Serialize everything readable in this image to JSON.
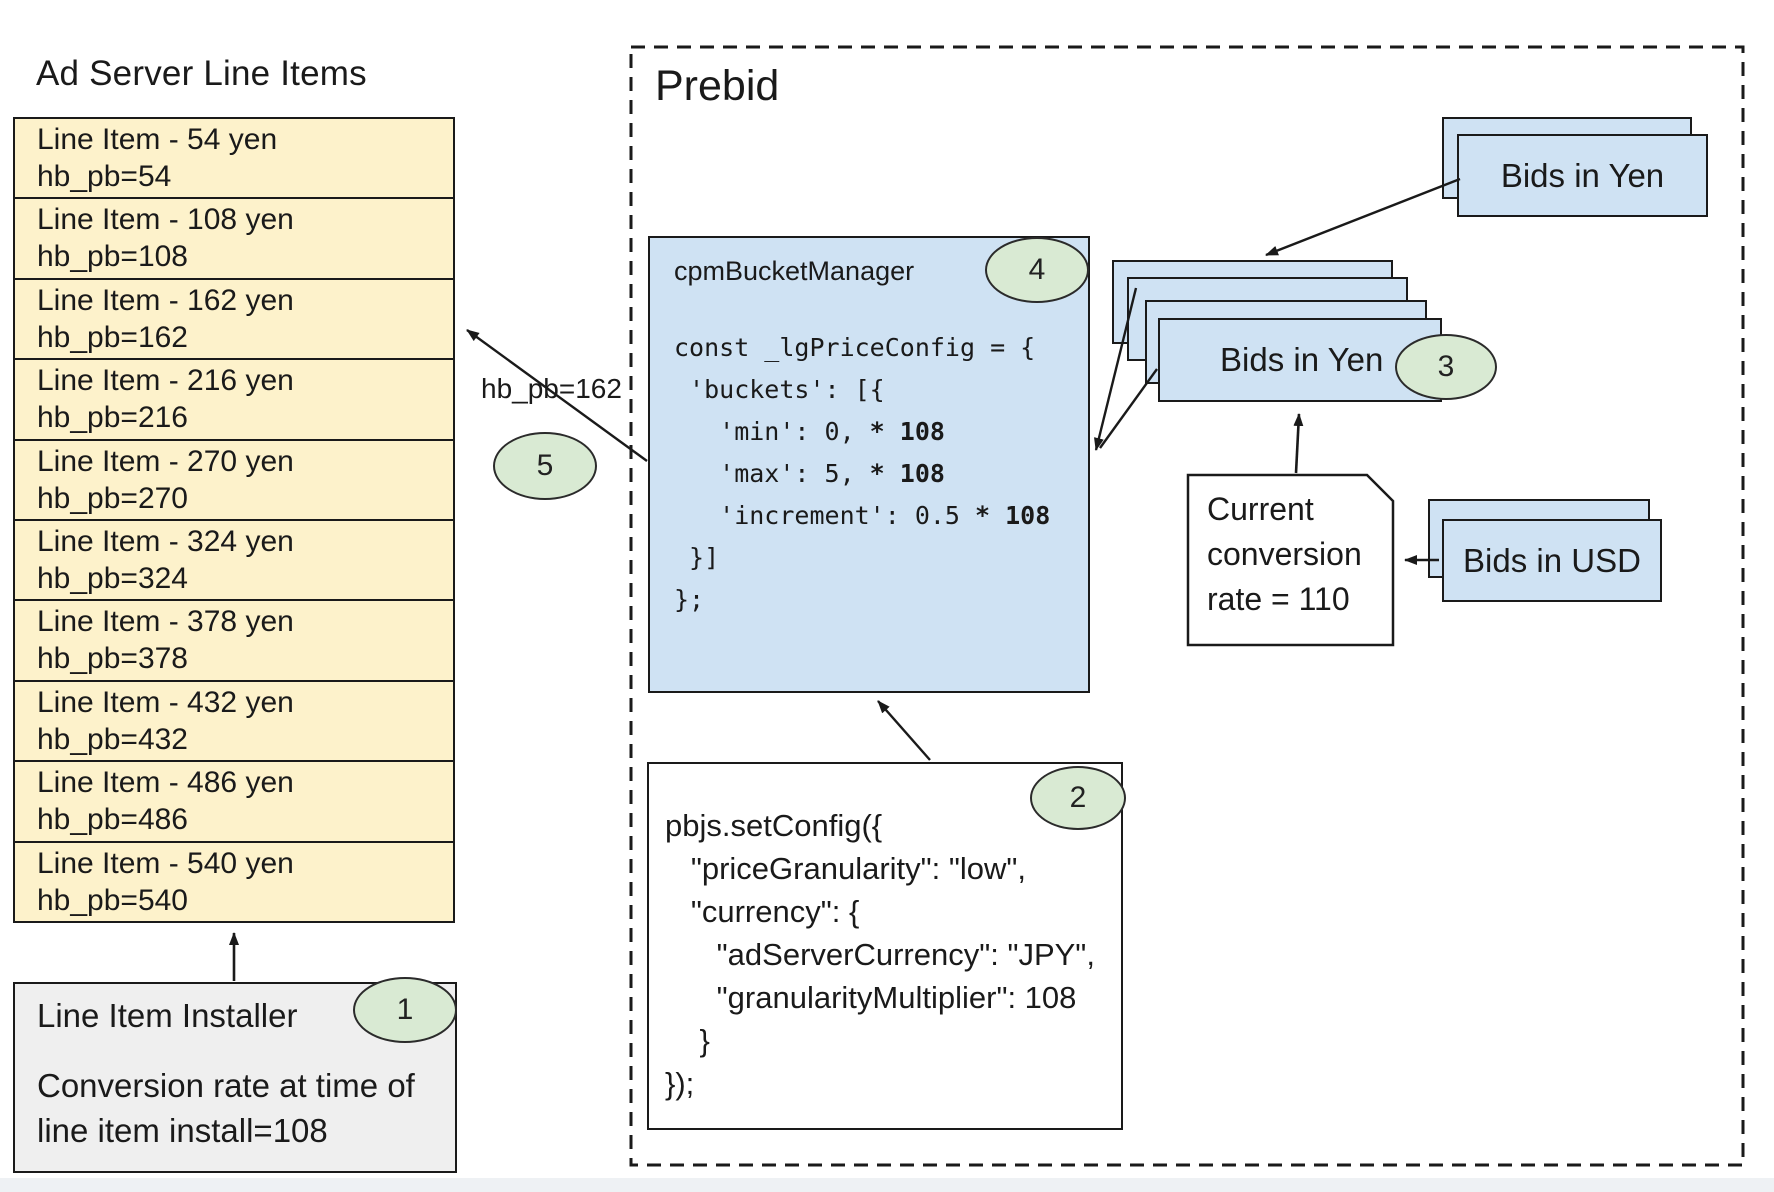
{
  "palette": {
    "yellow": "#fdf2cb",
    "blue": "#cfe2f3",
    "green": "#d9ead3",
    "gray": "#efefef",
    "line": "#1a1a1a",
    "bg": "#ffffff",
    "strip": "#eef1f4"
  },
  "ad_server": {
    "title": "Ad Server Line Items",
    "line_items": [
      {
        "label": "Line Item - 54 yen",
        "hb": "hb_pb=54"
      },
      {
        "label": "Line Item - 108 yen",
        "hb": "hb_pb=108"
      },
      {
        "label": "Line Item - 162 yen",
        "hb": "hb_pb=162"
      },
      {
        "label": "Line Item - 216 yen",
        "hb": "hb_pb=216"
      },
      {
        "label": "Line Item - 270 yen",
        "hb": "hb_pb=270"
      },
      {
        "label": "Line Item - 324 yen",
        "hb": "hb_pb=324"
      },
      {
        "label": "Line Item - 378 yen",
        "hb": "hb_pb=378"
      },
      {
        "label": "Line Item - 432 yen",
        "hb": "hb_pb=432"
      },
      {
        "label": "Line Item - 486 yen",
        "hb": "hb_pb=486"
      },
      {
        "label": "Line Item - 540 yen",
        "hb": "hb_pb=540"
      }
    ],
    "installer": {
      "title": "Line Item Installer",
      "badge": "1",
      "note": "Conversion rate at time of line item install=108"
    }
  },
  "prebid": {
    "title": "Prebid",
    "cpm_bucket_manager": {
      "title": "cpmBucketManager",
      "badge": "4",
      "code": [
        {
          "t": "const _lgPriceConfig = {",
          "b": ""
        },
        {
          "t": " 'buckets': [{",
          "b": ""
        },
        {
          "t": "   'min': 0, ",
          "b": "* 108"
        },
        {
          "t": "   'max': 5, ",
          "b": "* 108"
        },
        {
          "t": "   'increment': 0.5 ",
          "b": "* 108"
        },
        {
          "t": " }]",
          "b": ""
        },
        {
          "t": "};",
          "b": ""
        }
      ]
    },
    "set_config": {
      "badge": "2",
      "code_lines": [
        "pbjs.setConfig({",
        "   \"priceGranularity\": \"low\",",
        "   \"currency\": {",
        "      \"adServerCurrency\": \"JPY\",",
        "      \"granularityMultiplier\": 108",
        "    }",
        "});"
      ]
    },
    "bids_in_yen_top": {
      "label": "Bids in Yen"
    },
    "bids_in_yen_pile": {
      "label": "Bids in Yen",
      "badge": "3"
    },
    "conversion_note": {
      "text": "Current conversion rate = 110"
    },
    "bids_in_usd": {
      "label": "Bids in USD"
    }
  },
  "annotations": {
    "hb_pb_label": "hb_pb=162",
    "badge_5": "5"
  }
}
